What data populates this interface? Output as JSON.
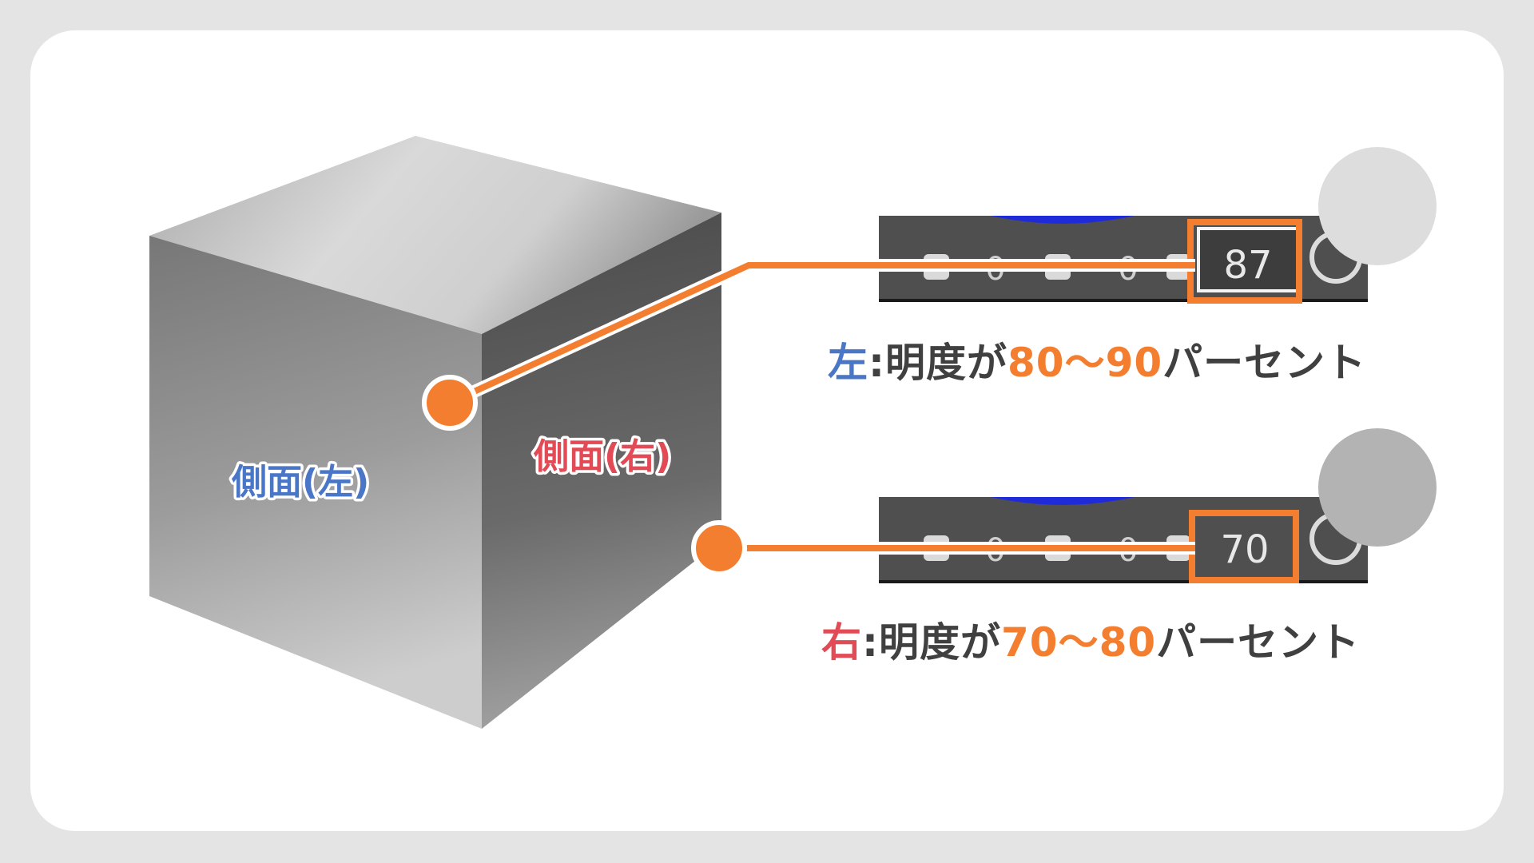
{
  "cube": {
    "left_face_label": "側面(左)",
    "right_face_label": "側面(右)"
  },
  "panels": [
    {
      "value": "87",
      "hidden_values": [
        "0",
        "0"
      ],
      "swatch_color": "#dddddd"
    },
    {
      "value": "70",
      "hidden_values": [
        "0",
        "0"
      ],
      "swatch_color": "#b3b3b3"
    }
  ],
  "captions": [
    {
      "side": "左",
      "middle": ":明度が",
      "range": "80〜90",
      "suffix": "パーセント"
    },
    {
      "side": "右",
      "middle": ":明度が",
      "range": "70〜80",
      "suffix": "パーセント"
    }
  ],
  "colors": {
    "accent": "#f47e30",
    "left_label": "#4a76c8",
    "right_label": "#e24a55",
    "panel_bg": "#4f4f4f"
  }
}
